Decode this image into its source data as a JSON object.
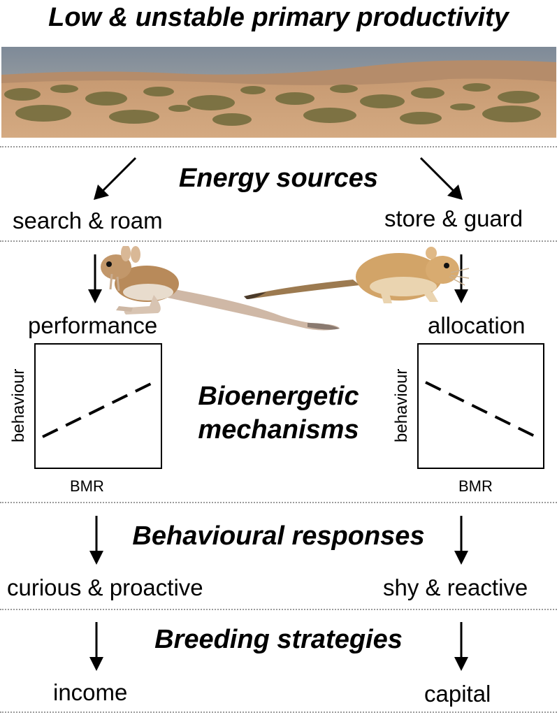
{
  "title": "Low & unstable primary productivity",
  "photo_icon": "desert-landscape-photo",
  "sections": {
    "energy_sources": {
      "heading": "Energy sources",
      "left_label": "search & roam",
      "right_label": "store & guard"
    },
    "bioenergetic": {
      "heading_line1": "Bioenergetic",
      "heading_line2": "mechanisms",
      "left_label": "performance",
      "right_label": "allocation",
      "left_animal_icon": "jerboa-illustration",
      "right_animal_icon": "gerbil-illustration"
    },
    "behavioural": {
      "heading": "Behavioural responses",
      "left_label": "curious & proactive",
      "right_label": "shy & reactive"
    },
    "breeding": {
      "heading": "Breeding strategies",
      "left_label": "income",
      "right_label": "capital"
    }
  },
  "chart_data": [
    {
      "type": "line",
      "xlabel": "BMR",
      "ylabel": "behaviour",
      "trend": "positive",
      "line_style": "dashed",
      "x": [
        0.0,
        1.0
      ],
      "y": [
        0.0,
        1.0
      ]
    },
    {
      "type": "line",
      "xlabel": "BMR",
      "ylabel": "behaviour",
      "trend": "negative",
      "line_style": "dashed",
      "x": [
        0.0,
        1.0
      ],
      "y": [
        1.0,
        0.0
      ]
    }
  ]
}
